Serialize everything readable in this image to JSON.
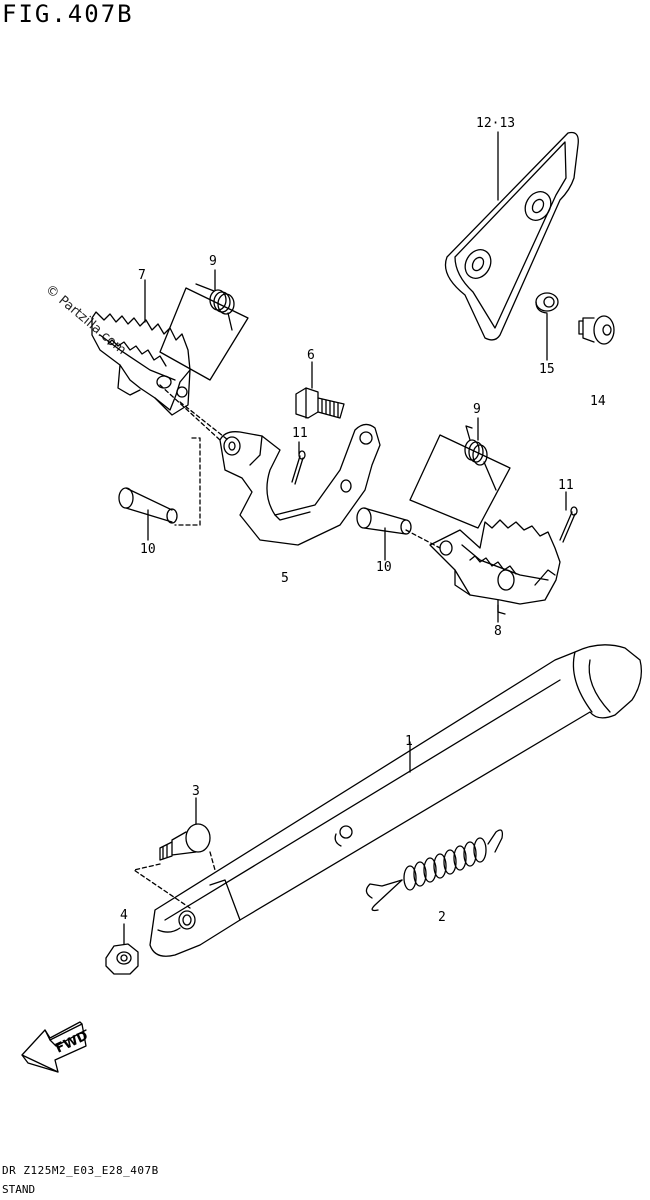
{
  "figure_title": "FIG.407B",
  "footer_code": "DR Z125M2_E03_E28_407B",
  "footer_name": "STAND",
  "watermark": "© Partzilla.com",
  "fwd_label": "FWD",
  "callouts": {
    "c1213": "12·13",
    "c15": "15",
    "c14": "14",
    "c7": "7",
    "c9a": "9",
    "c6": "6",
    "c11a": "11",
    "c9b": "9",
    "c11b": "11",
    "c10a": "10",
    "c5": "5",
    "c10b": "10",
    "c8": "8",
    "c1": "1",
    "c3": "3",
    "c4": "4",
    "c2": "2"
  }
}
